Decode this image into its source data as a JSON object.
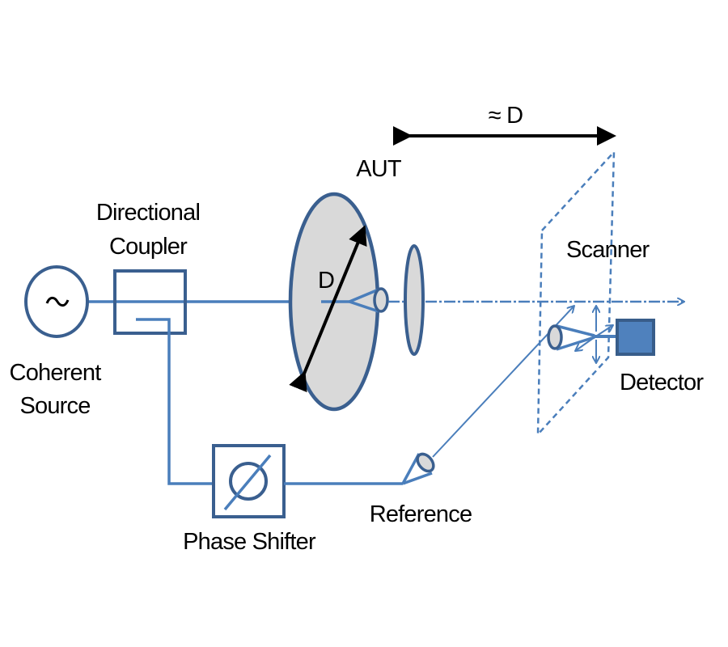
{
  "labels": {
    "source": [
      "Coherent",
      "Source"
    ],
    "coupler": [
      "Directional",
      "Coupler"
    ],
    "phase_shifter": "Phase Shifter",
    "aut": "AUT",
    "diameter": "D",
    "distance": "≈ D",
    "scanner": "Scanner",
    "detector": "Detector",
    "reference": "Reference"
  },
  "icons": {
    "source": "tilde-icon",
    "phase_shifter": "phi-icon"
  },
  "colors": {
    "line": "#4a7ebb",
    "outline": "#3a5f8f",
    "dish_fill": "#d9d9d9",
    "detector_fill": "#4f81bd"
  }
}
